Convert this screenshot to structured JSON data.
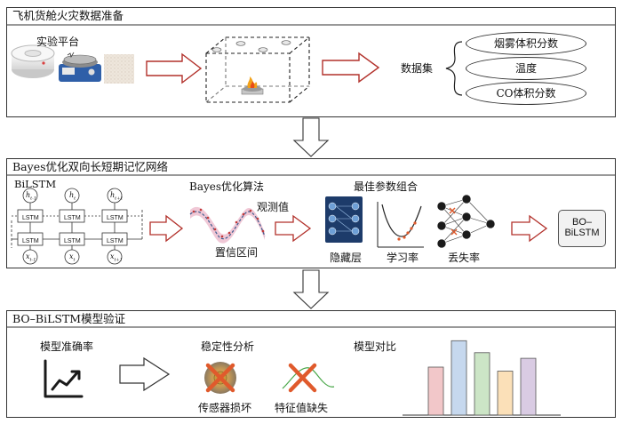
{
  "section1": {
    "title": "飞机货舱火灾数据准备",
    "experiment_platform_label": "实验平台",
    "dataset_label": "数据集",
    "dataset_items": [
      "烟雾体积分数",
      "温度",
      "CO体积分数"
    ]
  },
  "section2": {
    "title": "Bayes优化双向长短期记忆网络",
    "bilstm_label": "BiLSTM",
    "lstm_cell_label": "LSTM",
    "hidden_labels": [
      "h",
      "h",
      "h"
    ],
    "hidden_subscripts": [
      "t-1",
      "t",
      "t+1"
    ],
    "input_labels": [
      "x",
      "x",
      "x"
    ],
    "input_subscripts": [
      "t-1",
      "t",
      "t+1"
    ],
    "bayes_label": "Bayes优化算法",
    "observed_label": "观测值",
    "confidence_label": "置信区间",
    "best_params_label": "最佳参数组合",
    "hidden_layer_label": "隐藏层",
    "learning_rate_label": "学习率",
    "dropout_label": "丢失率",
    "result_box_line1": "BO–",
    "result_box_line2": "BiLSTM"
  },
  "section3": {
    "title": "BO–BiLSTM模型验证",
    "accuracy_label": "模型准确率",
    "stability_label": "稳定性分析",
    "sensor_damage_label": "传感器损坏",
    "feature_missing_label": "特征值缺失",
    "comparison_label": "模型对比"
  },
  "comparison_bars": {
    "values": [
      0.6,
      0.93,
      0.78,
      0.55,
      0.71
    ],
    "colors": [
      "#f2c7c9",
      "#c6d8ee",
      "#cce5c6",
      "#fbe0b8",
      "#d9cbe3"
    ]
  },
  "colors": {
    "arrow_red": "#b2302a",
    "cross_red": "#e05a2c",
    "curve_blue": "#3a5c8f",
    "band_pink": "#e39ab4"
  }
}
